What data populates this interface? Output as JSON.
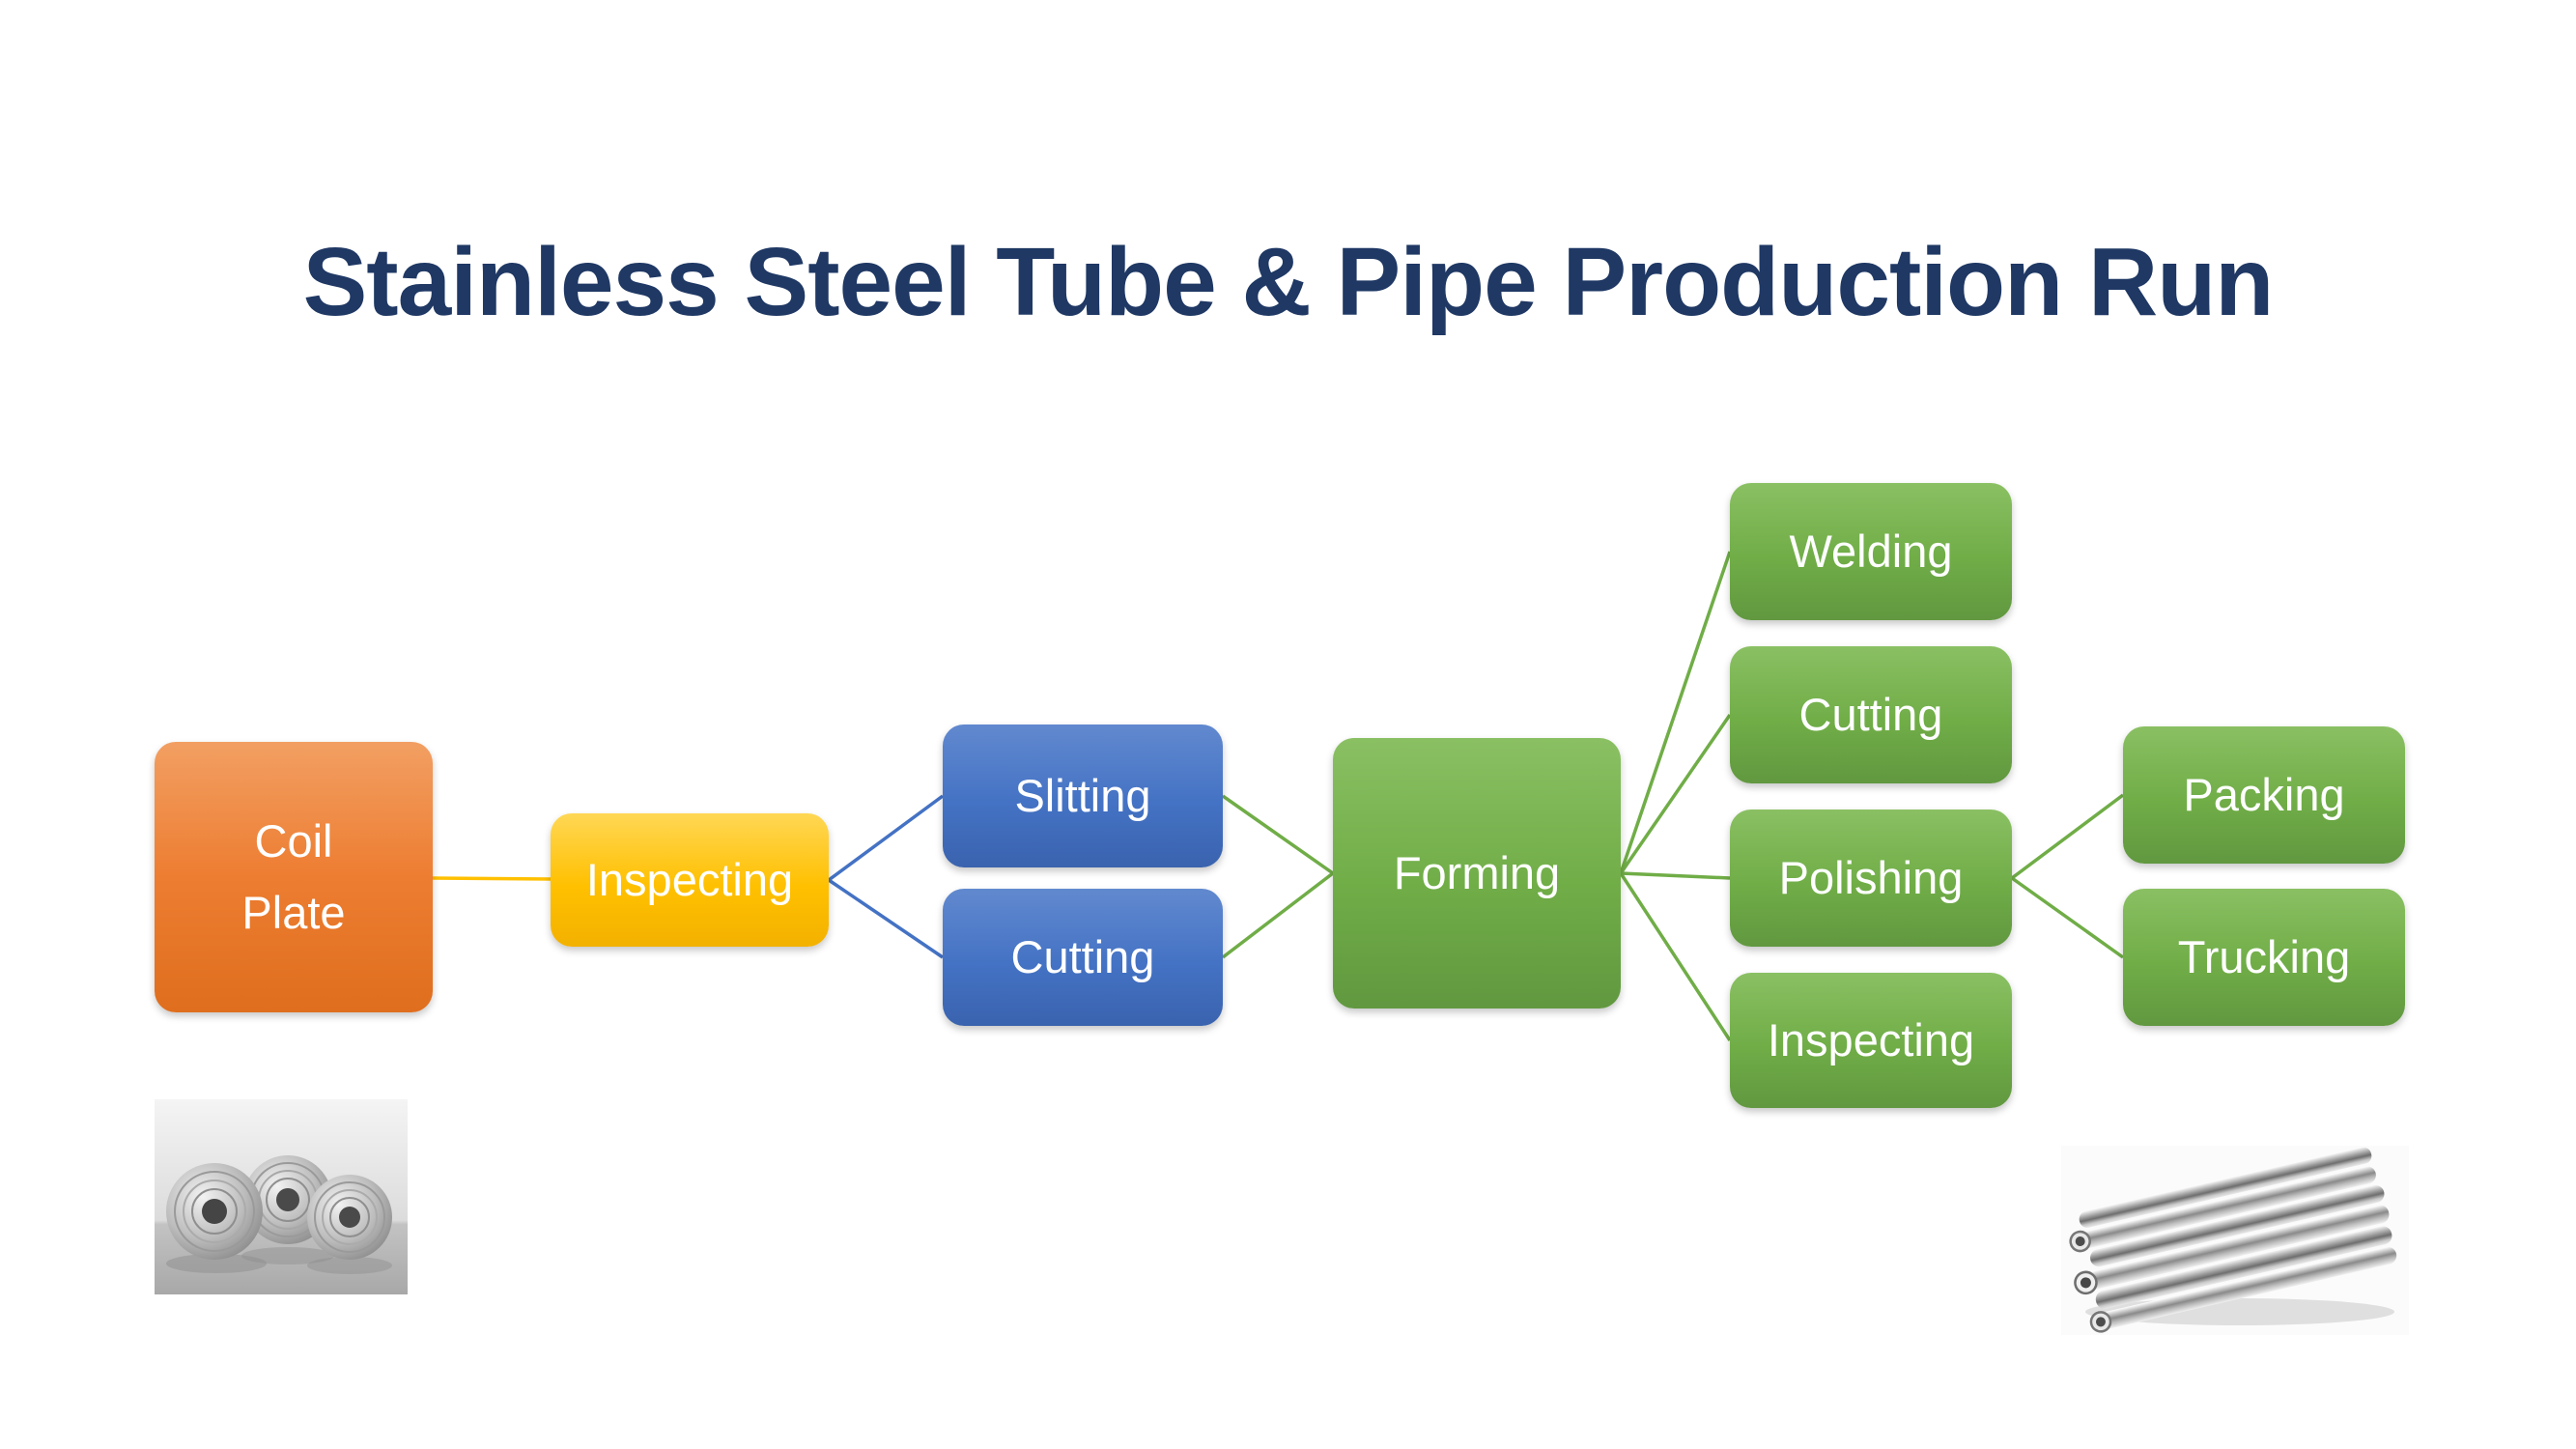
{
  "title": "Stainless Steel Tube & Pipe Production Run",
  "colors": {
    "title_text": "#1F3864",
    "orange": "#ED7D31",
    "gold": "#FFC000",
    "blue": "#4472C4",
    "green": "#70AD47",
    "node_text": "#FFFFFF"
  },
  "nodes": {
    "coil_plate": {
      "line1": "Coil",
      "line2": "Plate",
      "color": "orange"
    },
    "inspecting1": {
      "label": "Inspecting",
      "color": "gold"
    },
    "slitting": {
      "label": "Slitting",
      "color": "blue"
    },
    "cutting1": {
      "label": "Cutting",
      "color": "blue"
    },
    "forming": {
      "label": "Forming",
      "color": "green"
    },
    "welding": {
      "label": "Welding",
      "color": "green"
    },
    "cutting2": {
      "label": "Cutting",
      "color": "green"
    },
    "polishing": {
      "label": "Polishing",
      "color": "green"
    },
    "inspecting2": {
      "label": "Inspecting",
      "color": "green"
    },
    "packing": {
      "label": "Packing",
      "color": "green"
    },
    "trucking": {
      "label": "Trucking",
      "color": "green"
    }
  },
  "edges": [
    {
      "from": "coil_plate",
      "to": "inspecting1"
    },
    {
      "from": "inspecting1",
      "to": "slitting"
    },
    {
      "from": "inspecting1",
      "to": "cutting1"
    },
    {
      "from": "slitting",
      "to": "forming"
    },
    {
      "from": "cutting1",
      "to": "forming"
    },
    {
      "from": "forming",
      "to": "welding"
    },
    {
      "from": "forming",
      "to": "cutting2"
    },
    {
      "from": "forming",
      "to": "polishing"
    },
    {
      "from": "forming",
      "to": "inspecting2"
    },
    {
      "from": "polishing",
      "to": "packing"
    },
    {
      "from": "polishing",
      "to": "trucking"
    }
  ],
  "images": [
    {
      "name": "steel-coils-photo",
      "description": "stacked stainless steel coils"
    },
    {
      "name": "steel-tubes-photo",
      "description": "bundle of stainless steel tubes and pipes"
    }
  ]
}
